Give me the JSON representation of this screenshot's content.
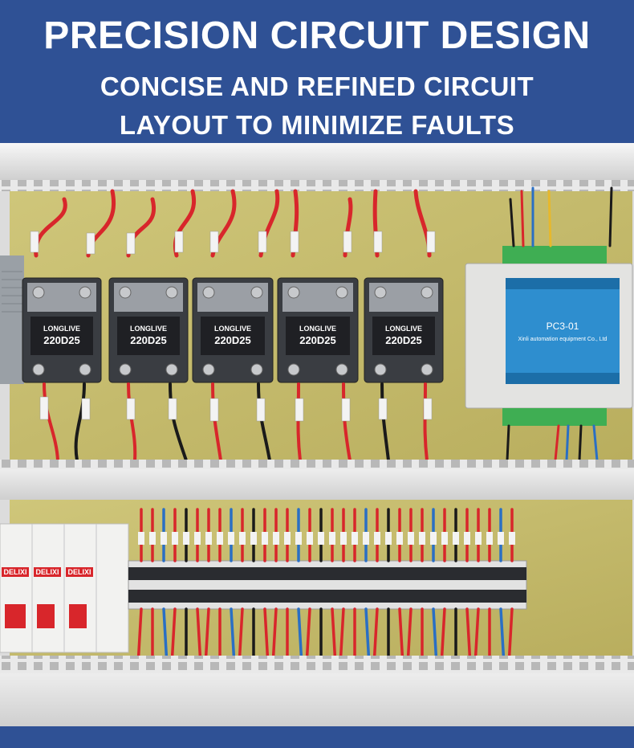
{
  "banner": {
    "title": "PRECISION CIRCUIT DESIGN",
    "subtitle_line1": "CONCISE AND REFINED CIRCUIT",
    "subtitle_line2": "LAYOUT TO MINIMIZE FAULTS"
  },
  "controller": {
    "model": "PC3-01",
    "maker": "Xinli automation equipment Co., Ltd"
  },
  "relay": {
    "brand": "LONGLIVE",
    "model": "220D25"
  },
  "breaker": {
    "brand": "DELIXI"
  },
  "colors": {
    "banner_blue": "#2f5195",
    "panel_board": "#c9c06e",
    "wire_red": "#d8262b",
    "wire_blue": "#2a6fc4",
    "terminal_green": "#3fae53"
  }
}
